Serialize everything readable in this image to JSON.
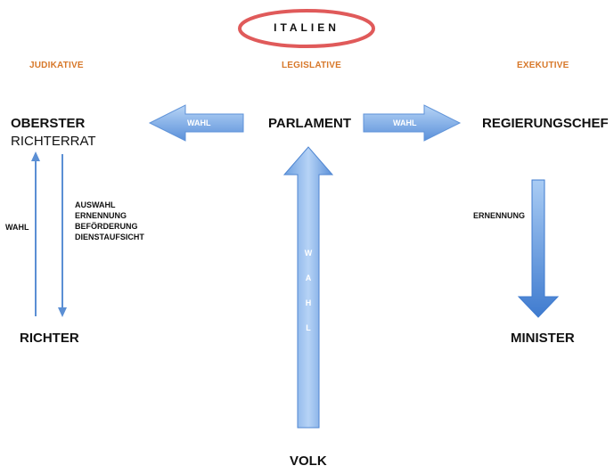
{
  "title": "ITALIEN",
  "branches": {
    "judicative": "JUDIKATIVE",
    "legislative": "LEGISLATIVE",
    "executive": "EXEKUTIVE"
  },
  "nodes": {
    "oberster_line1": "OBERSTER",
    "oberster_line2": "RICHTERRAT",
    "parlament": "PARLAMENT",
    "regierungschef": "REGIERUNGSCHEF",
    "richter": "RICHTER",
    "minister": "MINISTER",
    "volk": "VOLK"
  },
  "arrows": {
    "parlament_to_richterrat": "WAHL",
    "parlament_to_regierungschef": "WAHL",
    "richter_to_richterrat": "WAHL",
    "richterrat_to_richter": [
      "AUSWAHL",
      "ERNENNUNG",
      "BEFÖRDERUNG",
      "DIENSTAUFSICHT"
    ],
    "regierungschef_to_minister": "ERNENNUNG",
    "volk_to_parlament": [
      "W",
      "A",
      "H",
      "L"
    ]
  },
  "colors": {
    "title_ellipse": "#e05a5a",
    "branch_label": "#d7782a",
    "arrow_light": "#a8c9f2",
    "arrow_dark": "#4d88d6",
    "thin_arrow": "#5b8fd4"
  }
}
